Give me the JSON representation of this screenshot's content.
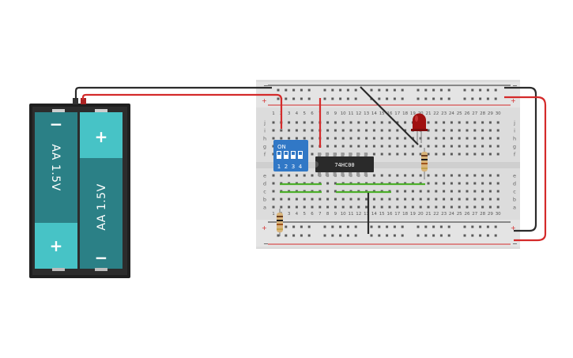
{
  "battery": {
    "cell_label": "AA 1.5V",
    "minus": "−",
    "plus": "+"
  },
  "breadboard": {
    "rail_plus": "+",
    "rail_minus": "−",
    "columns": [
      "1",
      "2",
      "3",
      "4",
      "5",
      "6",
      "7",
      "8",
      "9",
      "10",
      "11",
      "12",
      "13",
      "14",
      "15",
      "16",
      "17",
      "18",
      "19",
      "20",
      "21",
      "22",
      "23",
      "24",
      "25",
      "26",
      "27",
      "28",
      "29",
      "30"
    ],
    "rows_top": [
      "j",
      "i",
      "h",
      "g",
      "f"
    ],
    "rows_bottom": [
      "e",
      "d",
      "c",
      "b",
      "a"
    ]
  },
  "dip_switch": {
    "on_label": "ON",
    "switches": [
      "1",
      "2",
      "3",
      "4"
    ]
  },
  "chip": {
    "label": "74HC00"
  },
  "led": {
    "color": "#a01010"
  },
  "colors": {
    "wire_red": "#d42a2a",
    "wire_black": "#2b2b2b",
    "wire_green": "#4caf2a",
    "battery_body": "#2b8086",
    "battery_accent": "#47c3c6",
    "dip_body": "#3178c6"
  }
}
